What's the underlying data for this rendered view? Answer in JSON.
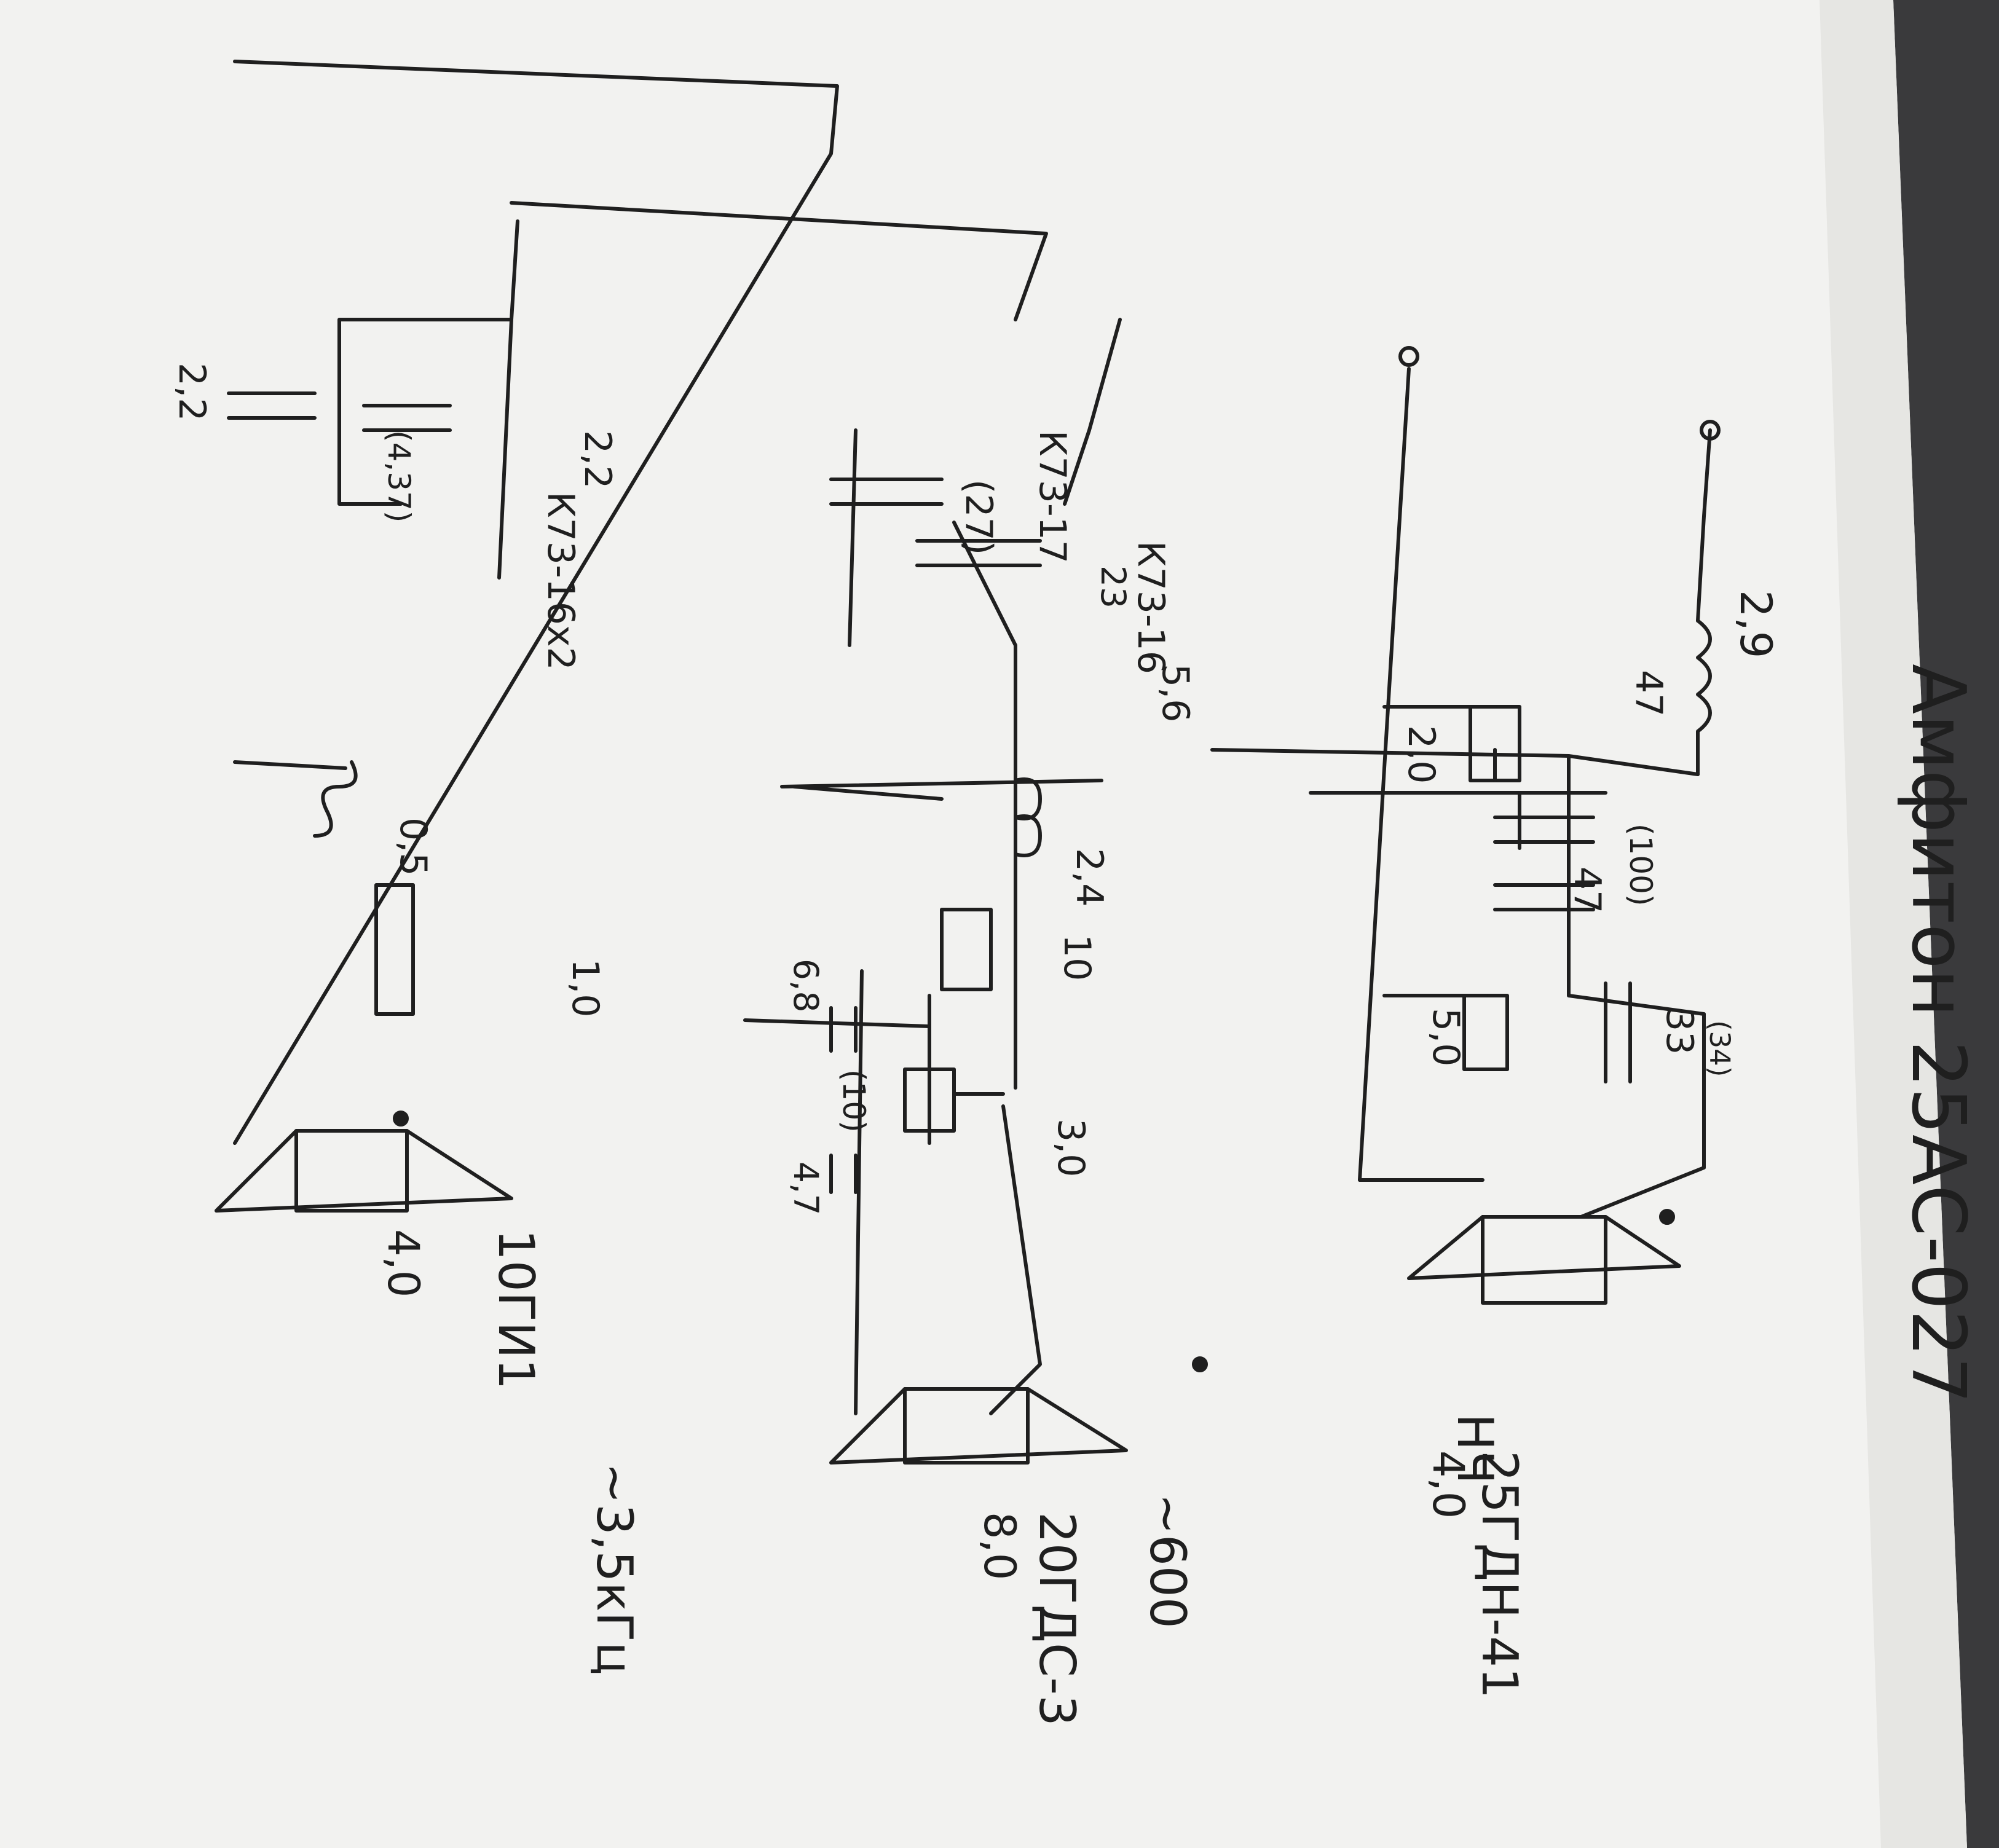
{
  "title": "Амфитон 25АС-027",
  "woofer": {
    "label": "НЧ",
    "model": "25ГДН-41",
    "impedance": "4,0"
  },
  "midrange": {
    "model": "20ГДС-3",
    "impedance": "8,0",
    "freq": "~600"
  },
  "tweeter": {
    "model": "10ГИ1",
    "impedance": "4,0",
    "freq": "~3,5кГц"
  },
  "lf_filter": {
    "coil": "2,9",
    "cap1": "47",
    "cap1_alt": "(100)",
    "cap2": "47",
    "cap3": "33",
    "cap3_alt": "(34)",
    "res1": "2,0",
    "res2": "5,0"
  },
  "mf_filter": {
    "cap_a_type": "К73-16",
    "cap_a": "5,6",
    "cap_b_type": "К73-17",
    "cap_b": "23",
    "cap_b_alt": "(27)",
    "coil": "2,4",
    "res1": "10",
    "res2": "3,0",
    "cap_c": "6,8",
    "cap_c_alt": "(10)",
    "cap_d": "4,7"
  },
  "hf_filter": {
    "cap_type": "К73-16х2",
    "cap1": "2,2",
    "cap2": "2,2",
    "cap_alt": "(4,37)",
    "coil": "0,5",
    "res": "1,0"
  },
  "colors": {
    "ink": "#1f1f1f",
    "paper": "#f2f2f0",
    "background": "#3a3a3c"
  }
}
